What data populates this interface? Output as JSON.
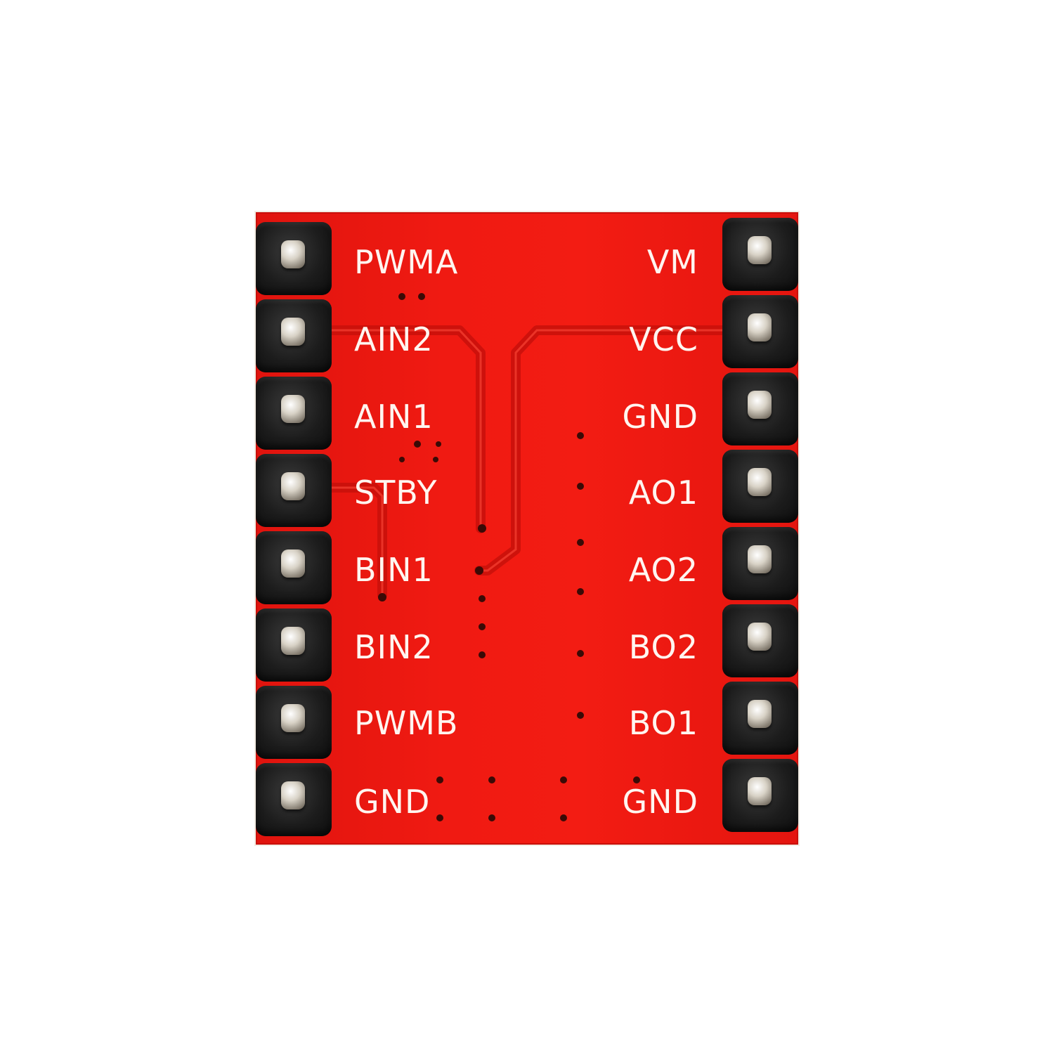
{
  "board": {
    "color": "#f01a12",
    "left_pins": [
      "PWMA",
      "AIN2",
      "AIN1",
      "STBY",
      "BIN1",
      "BIN2",
      "PWMB",
      "GND"
    ],
    "right_pins": [
      "VM",
      "VCC",
      "GND",
      "AO1",
      "AO2",
      "BO2",
      "BO1",
      "GND"
    ]
  }
}
